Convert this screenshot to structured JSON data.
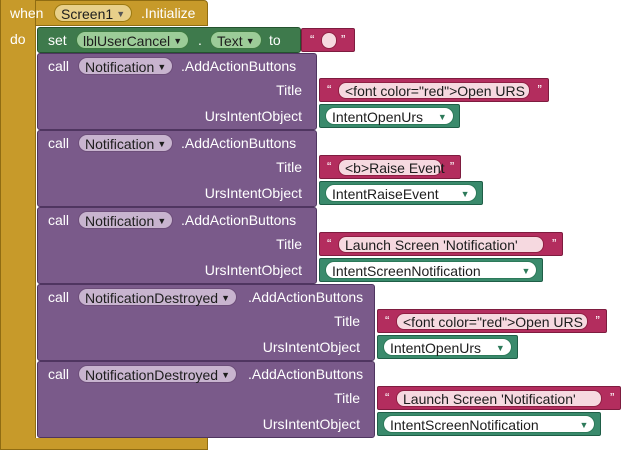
{
  "event_block": {
    "when_label": "when",
    "component": "Screen1",
    "event": ".Initialize",
    "do_label": "do",
    "color": "#c79a2a"
  },
  "set_block": {
    "set_label": "set",
    "component": "lblUserCancel",
    "dot": ".",
    "property": "Text",
    "to_label": "to",
    "color": "#3e7a4c"
  },
  "text_block_color": "#b32d5e",
  "component_block_color": "#3a8a6c",
  "procedure_block_color": "#7a5a8a",
  "calls": [
    {
      "call_label": "call",
      "component": "Notification",
      "method": ".AddActionButtons",
      "title_label": "Title",
      "title_value": "<font color=\"red\">Open URS",
      "intent_label": "UrsIntentObject",
      "intent_value": "IntentOpenUrs"
    },
    {
      "call_label": "call",
      "component": "Notification",
      "method": ".AddActionButtons",
      "title_label": "Title",
      "title_value": "<b>Raise Event",
      "intent_label": "UrsIntentObject",
      "intent_value": "IntentRaiseEvent"
    },
    {
      "call_label": "call",
      "component": "Notification",
      "method": ".AddActionButtons",
      "title_label": "Title",
      "title_value": "Launch Screen 'Notification'",
      "intent_label": "UrsIntentObject",
      "intent_value": "IntentScreenNotification"
    },
    {
      "call_label": "call",
      "component": "NotificationDestroyed",
      "method": ".AddActionButtons",
      "title_label": "Title",
      "title_value": "<font color=\"red\">Open URS",
      "intent_label": "UrsIntentObject",
      "intent_value": "IntentOpenUrs"
    },
    {
      "call_label": "call",
      "component": "NotificationDestroyed",
      "method": ".AddActionButtons",
      "title_label": "Title",
      "title_value": "Launch Screen 'Notification'",
      "intent_label": "UrsIntentObject",
      "intent_value": "IntentScreenNotification"
    }
  ]
}
